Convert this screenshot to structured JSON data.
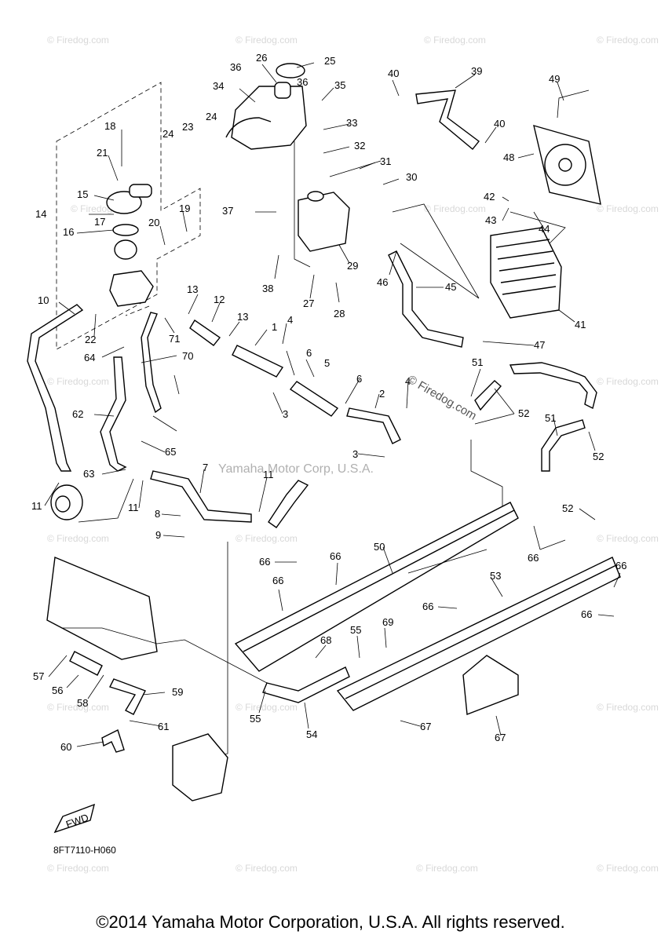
{
  "diagram": {
    "labels": [
      "1",
      "2",
      "3",
      "3",
      "4",
      "4",
      "5",
      "6",
      "6",
      "7",
      "8",
      "9",
      "10",
      "11",
      "11",
      "11",
      "12",
      "13",
      "13",
      "14",
      "15",
      "16",
      "17",
      "18",
      "19",
      "20",
      "21",
      "22",
      "23",
      "24",
      "24",
      "25",
      "26",
      "27",
      "28",
      "29",
      "30",
      "31",
      "32",
      "33",
      "34",
      "35",
      "36",
      "36",
      "37",
      "38",
      "39",
      "40",
      "40",
      "41",
      "42",
      "43",
      "44",
      "45",
      "46",
      "47",
      "48",
      "49",
      "50",
      "51",
      "51",
      "52",
      "52",
      "52",
      "53",
      "54",
      "55",
      "55",
      "56",
      "57",
      "58",
      "59",
      "60",
      "61",
      "62",
      "63",
      "64",
      "65",
      "66",
      "66",
      "66",
      "66",
      "66",
      "66",
      "66",
      "67",
      "67",
      "68",
      "69",
      "70",
      "71"
    ],
    "diagram_code": "8FT7110-H060",
    "watermark": "Yamaha Motor Corp, U.S.A.",
    "firedog_mark": "© Firedog.com",
    "fwd_label": "FWD"
  },
  "footer": {
    "copyright": "©2014 Yamaha Motor Corporation, U.S.A. All rights reserved."
  }
}
